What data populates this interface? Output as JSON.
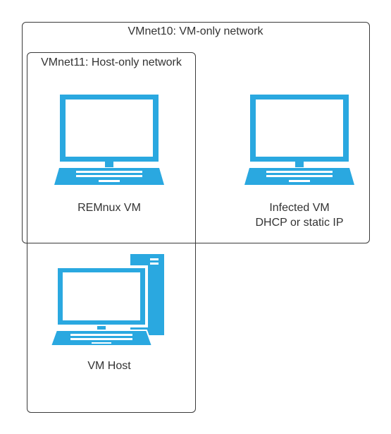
{
  "colors": {
    "accent": "#2aa8e0",
    "border": "#3a3a3a",
    "text": "#333333"
  },
  "networks": {
    "vmnet10": {
      "label": "VMnet10: VM-only network"
    },
    "vmnet11": {
      "label": "VMnet11: Host-only network"
    }
  },
  "nodes": {
    "remnux": {
      "label": "REMnux VM",
      "icon": "laptop-icon"
    },
    "infected": {
      "label_line1": "Infected VM",
      "label_line2": "DHCP or static IP",
      "icon": "laptop-icon"
    },
    "host": {
      "label": "VM Host",
      "icon": "desktop-computer-icon"
    }
  }
}
